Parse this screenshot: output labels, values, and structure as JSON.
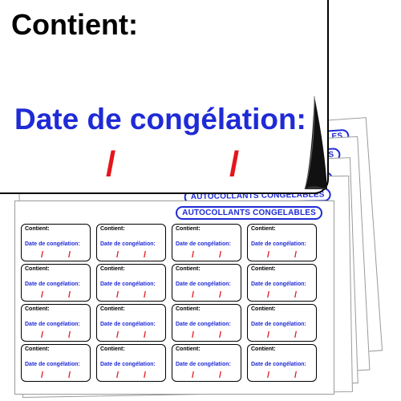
{
  "big_label": {
    "contient": "Contient:",
    "date": "Date de congélation:",
    "slash": "/"
  },
  "sheet": {
    "title": "AUTOCOLLANTS CONGELABLES",
    "cell_contient": "Contient:",
    "cell_date": "Date de congélation:",
    "slash": "/"
  },
  "colors": {
    "blue": "#1f2bd6",
    "red": "#e4161b",
    "black": "#000000"
  }
}
